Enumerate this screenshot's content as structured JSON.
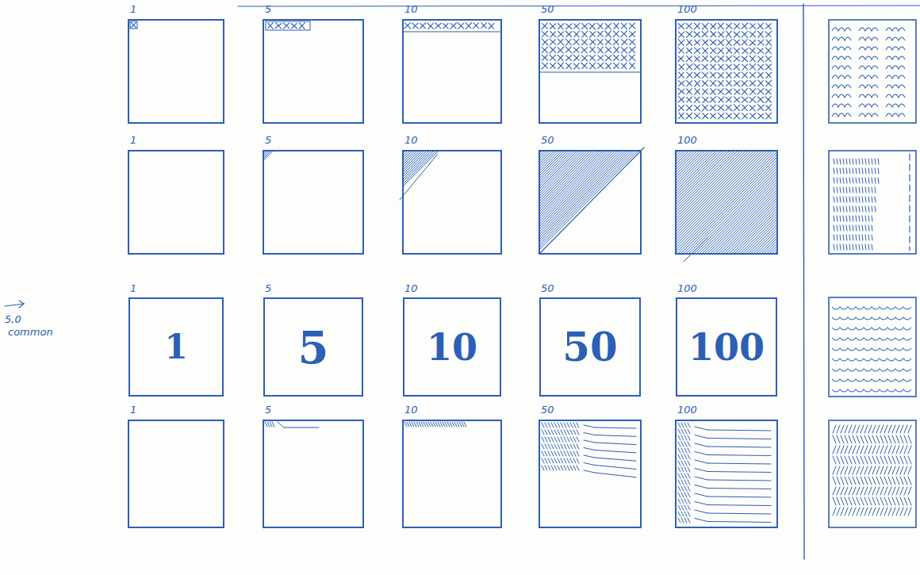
{
  "diagram": {
    "nodes": [
      {
        "text": [
          "1",
          "1"
        ]
      },
      {
        "text": [
          "5",
          "5"
        ]
      },
      {
        "text": [
          "10",
          "10"
        ]
      },
      {
        "text": [
          "50",
          "50"
        ]
      },
      {
        "text": [
          "100",
          "100"
        ]
      }
    ],
    "labels": [
      "1",
      "5",
      "10",
      "50",
      "100",
      "1",
      "5",
      "10",
      "50",
      "100",
      "5,0",
      "common",
      "1",
      "5",
      "10",
      "50",
      "100"
    ]
  }
}
